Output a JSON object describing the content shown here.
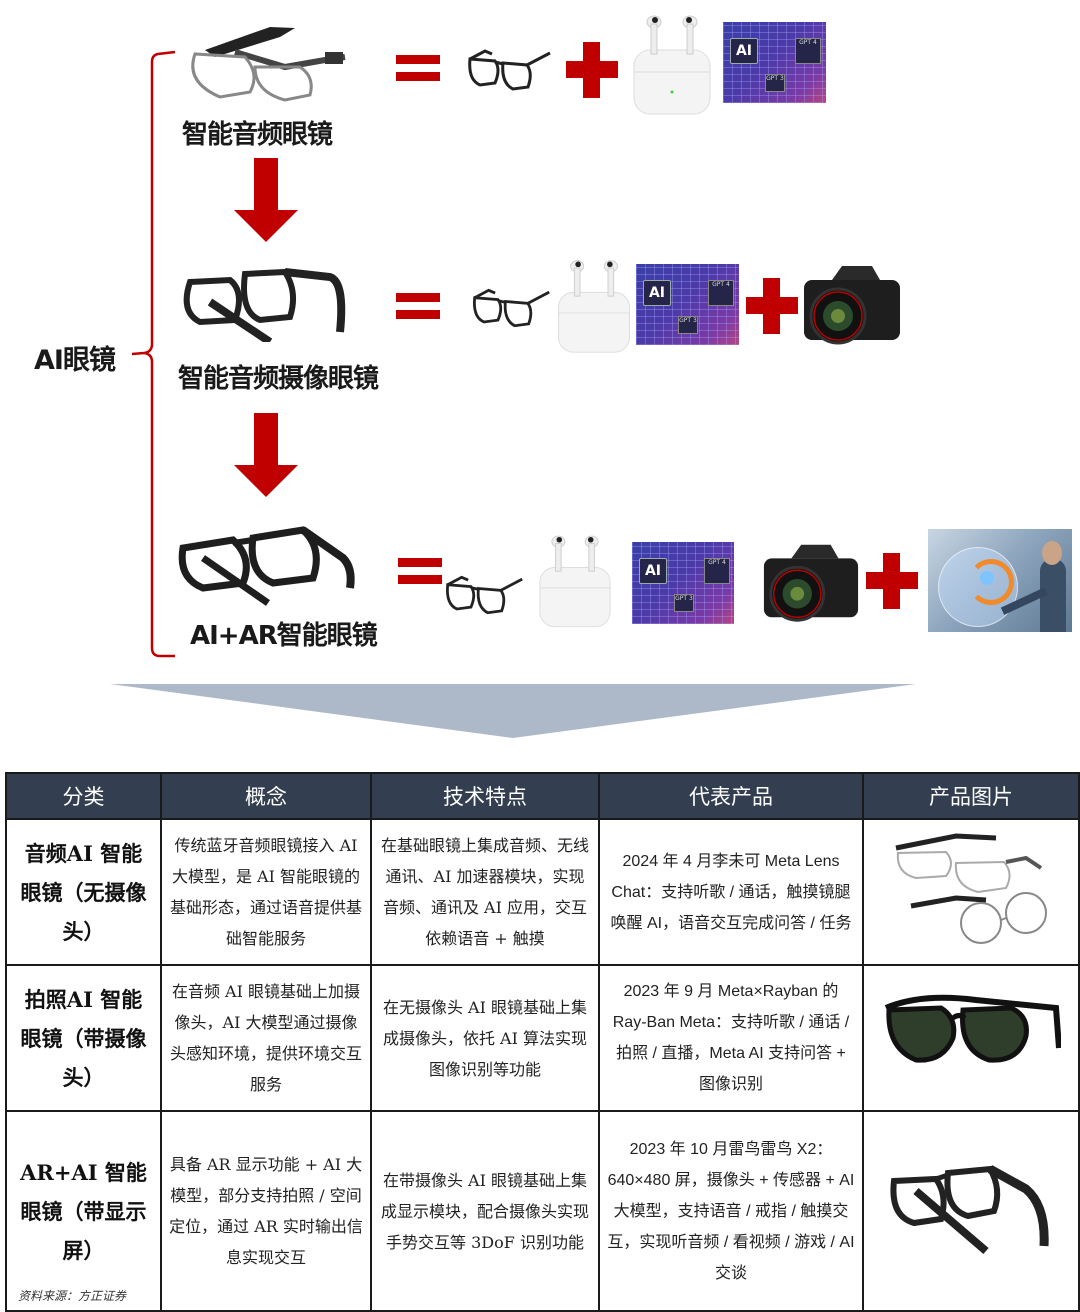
{
  "diagram": {
    "root_label": "AI眼镜",
    "stages": [
      {
        "title": "智能音频眼镜",
        "formula": [
          "glasses-icon",
          "=",
          "plain-glasses-icon",
          "+",
          "earbuds-icon",
          "ai-chip-icon"
        ]
      },
      {
        "title": "智能音频摄像眼镜",
        "formula": [
          "camera-glasses-icon",
          "=",
          "plain-glasses-icon",
          "earbuds-icon",
          "ai-chip-icon",
          "+",
          "camera-icon"
        ]
      },
      {
        "title": "AI+AR智能眼镜",
        "formula": [
          "ar-glasses-icon",
          "=",
          "plain-glasses-icon",
          "earbuds-icon",
          "ai-chip-icon",
          "camera-icon",
          "+",
          "ar-display-scene-icon"
        ]
      }
    ],
    "chip_labels": {
      "ai": "AI",
      "gpt4": "GPT 4",
      "gpt3": "GPT 3"
    },
    "colors": {
      "accent_red": "#c00000",
      "chevron": "#adb8c9",
      "header_bg": "#333f50"
    }
  },
  "table": {
    "headers": [
      "分类",
      "概念",
      "技术特点",
      "代表产品",
      "产品图片"
    ],
    "rows": [
      {
        "category": "音频AI 智能眼镜（无摄像头）",
        "concept": "传统蓝牙音频眼镜接入 AI 大模型，是 AI 智能眼镜的基础形态，通过语音提供基础智能服务",
        "tech": "在基础眼镜上集成音频、无线通讯、AI 加速器模块，实现音频、通讯及 AI 应用，交互依赖语音 + 触摸",
        "product": "2024 年 4 月李未可 Meta Lens Chat：支持听歌 / 通话，触摸镜腿唤醒 AI，语音交互完成问答 / 任务",
        "image": "silver-audio-glasses-photo"
      },
      {
        "category": "拍照AI 智能眼镜（带摄像头）",
        "concept": "在音频 AI 眼镜基础上加摄像头，AI 大模型通过摄像头感知环境，提供环境交互服务",
        "tech": "在无摄像头 AI 眼镜基础上集成摄像头，依托 AI 算法实现图像识别等功能",
        "product": "2023 年 9 月 Meta×Rayban 的 Ray-Ban Meta：支持听歌 / 通话 / 拍照 / 直播，Meta AI 支持问答 + 图像识别",
        "image": "rayban-meta-sunglasses-photo"
      },
      {
        "category": "AR+AI 智能眼镜（带显示屏）",
        "concept": "具备 AR 显示功能 + AI 大模型，部分支持拍照 / 空间定位，通过 AR 实时输出信息实现交互",
        "tech": "在带摄像头 AI 眼镜基础上集成显示模块，配合摄像头实现手势交互等 3DoF 识别功能",
        "product": "2023 年 10 月雷鸟雷鸟 X2：640×480 屏，摄像头 + 传感器 + AI 大模型，支持语音 / 戒指 / 触摸交互，实现听音频 / 看视频 / 游戏 / AI 交谈",
        "image": "rayneo-x2-glasses-photo"
      }
    ]
  },
  "source": "资料来源：方正证券"
}
